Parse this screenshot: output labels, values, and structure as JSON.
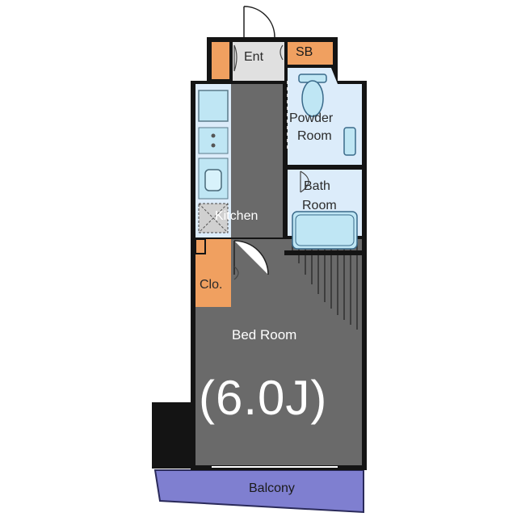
{
  "rooms": {
    "entrance": "Ent",
    "shoe_box": "SB",
    "powder_room_line1": "Powder",
    "powder_room_line2": "Room",
    "bath_line1": "Bath",
    "bath_line2": "Room",
    "kitchen": "Kitchen",
    "closet": "Clo.",
    "bedroom": "Bed Room",
    "bedroom_size": "(6.0J)",
    "balcony": "Balcony"
  },
  "colors": {
    "wall": "#141414",
    "floor_dark": "#6a6a6a",
    "floor_light": "#e0e0e0",
    "wet_area": "#dcecfa",
    "fixture": "#bfe6f4",
    "storage": "#f0a060",
    "balcony": "#7f7fd0"
  }
}
